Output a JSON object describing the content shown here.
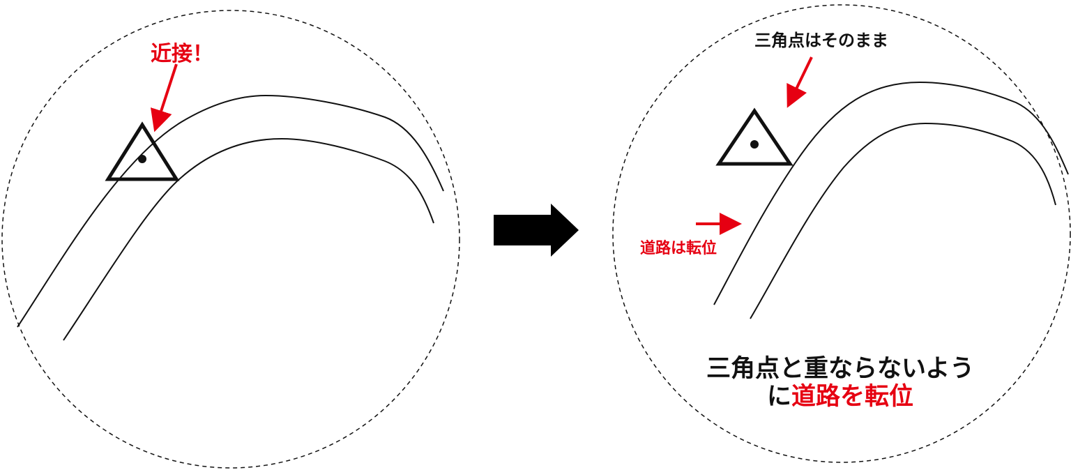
{
  "colors": {
    "accent": "#e60012",
    "line": "#111111"
  },
  "before": {
    "label": "近接！"
  },
  "after": {
    "triangle_label": "三角点はそのまま",
    "road_label": "道路は転位",
    "caption_line1": "三角点と重ならないよう",
    "caption_line2_prefix": "に",
    "caption_line2_highlight": "道路を転位"
  }
}
